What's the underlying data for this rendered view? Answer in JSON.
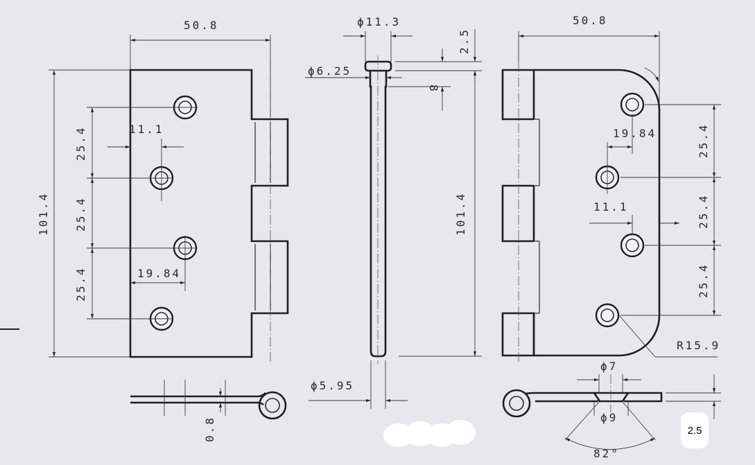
{
  "dimensions": {
    "left_width": "50.8",
    "left_height": "101.4",
    "left_pitch_1": "25.4",
    "left_pitch_2": "25.4",
    "left_pitch_3": "25.4",
    "left_edge_to_hole": "11.1",
    "left_hole_offset": "19.84",
    "pin_head_dia": "ϕ11.3",
    "pin_head_thk": "2.5",
    "pin_shank_top_dia": "ϕ6.25",
    "pin_head_len": "8",
    "pin_length": "101.4",
    "pin_shank_dia": "ϕ5.95",
    "right_width": "50.8",
    "right_hole_offset": "19.84",
    "right_pitch_1": "25.4",
    "right_pitch_2": "25.4",
    "right_pitch_3": "25.4",
    "right_edge_to_hole": "11.1",
    "corner_radius": "R15.9",
    "leaf_thickness": "0.8",
    "csk_dia_top": "ϕ7",
    "csk_dia_bottom": "ϕ9",
    "csk_angle": "82°",
    "edge_thk_right": "2.5"
  },
  "scale_note": "2.5"
}
